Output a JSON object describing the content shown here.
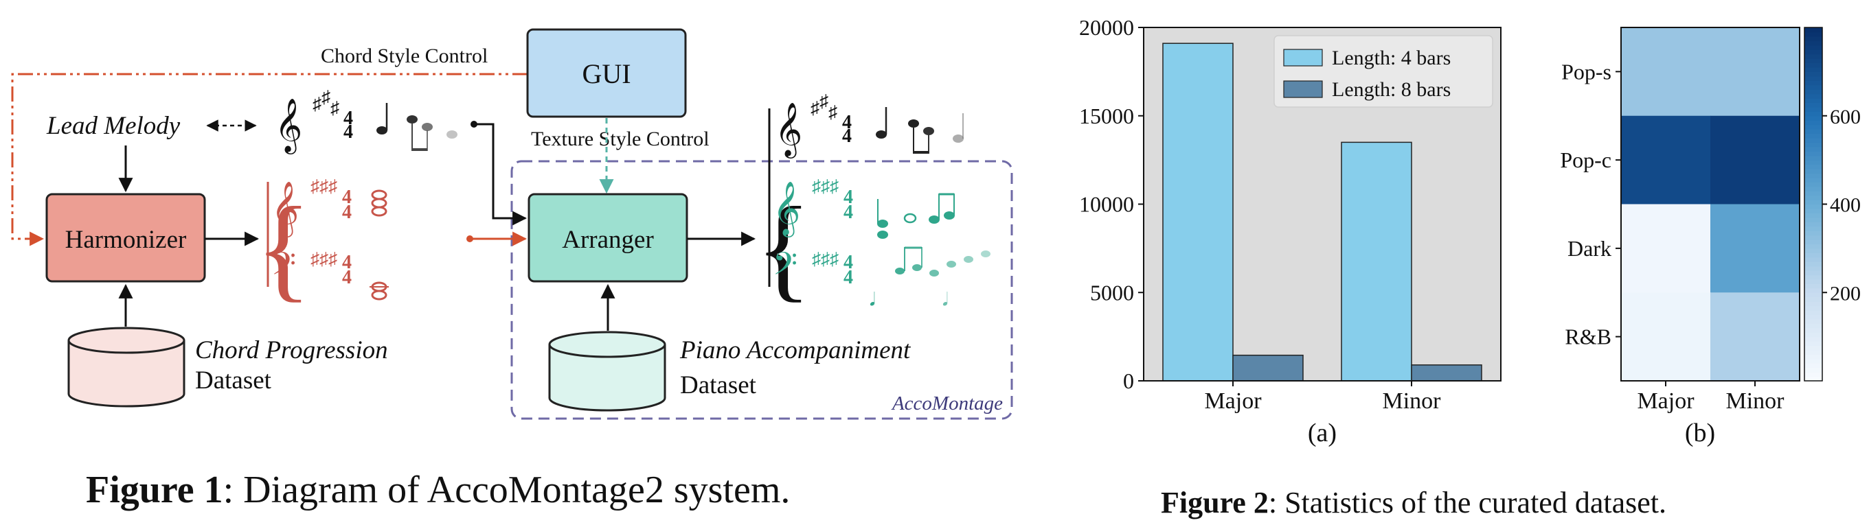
{
  "figure1": {
    "caption_bold": "Figure 1",
    "caption_rest": ": Diagram of AccoMontage2 system.",
    "gui_label": "GUI",
    "chord_style_control": "Chord Style Control",
    "texture_style_control": "Texture Style  Control",
    "lead_melody": "Lead Melody",
    "harmonizer_label": "Harmonizer",
    "arranger_label": "Arranger",
    "chord_dataset_title": "Chord Progression",
    "chord_dataset_sub": "Dataset",
    "piano_dataset_title": "Piano Accompaniment",
    "piano_dataset_sub": "Dataset",
    "accomontage_label": "AccoMontage",
    "colors": {
      "harmonizer": "#ec9e93",
      "arranger": "#9de0d0",
      "gui": "#bcdcf3",
      "chord_db": "#f9e2df",
      "piano_db": "#dcf4ee",
      "chord_control_line": "#d4502e",
      "texture_control_line": "#55b3a6",
      "accomontage_border": "#6f6aa6",
      "harmony_staff": "#c7554a",
      "accomp_staff": "#2fa68b"
    }
  },
  "figure2": {
    "caption_bold": "Figure 2",
    "caption_rest": ": Statistics of the curated dataset.",
    "panel_a_label": "(a)",
    "panel_b_label": "(b)"
  },
  "chart_data": [
    {
      "type": "bar",
      "categories": [
        "Major",
        "Minor"
      ],
      "series": [
        {
          "name": "Length: 4 bars",
          "values": [
            19100,
            13500
          ],
          "color": "#87ceeb"
        },
        {
          "name": "Length: 8 bars",
          "values": [
            1450,
            900
          ],
          "color": "#5b86a8"
        }
      ],
      "ylim": [
        0,
        20000
      ],
      "yticks": [
        0,
        5000,
        10000,
        15000,
        20000
      ],
      "legend": "top-right",
      "background": "#dcdcdc",
      "grid": false
    },
    {
      "type": "heatmap",
      "rows": [
        "Pop-s",
        "Pop-c",
        "Dark",
        "R&B"
      ],
      "cols": [
        "Major",
        "Minor"
      ],
      "values": [
        [
          300,
          300
        ],
        [
          720,
          760
        ],
        [
          30,
          440
        ],
        [
          40,
          250
        ]
      ],
      "colorbar_range": [
        0,
        800
      ],
      "colorbar_ticks": [
        200,
        400,
        600
      ],
      "colormap": "Blues"
    }
  ]
}
